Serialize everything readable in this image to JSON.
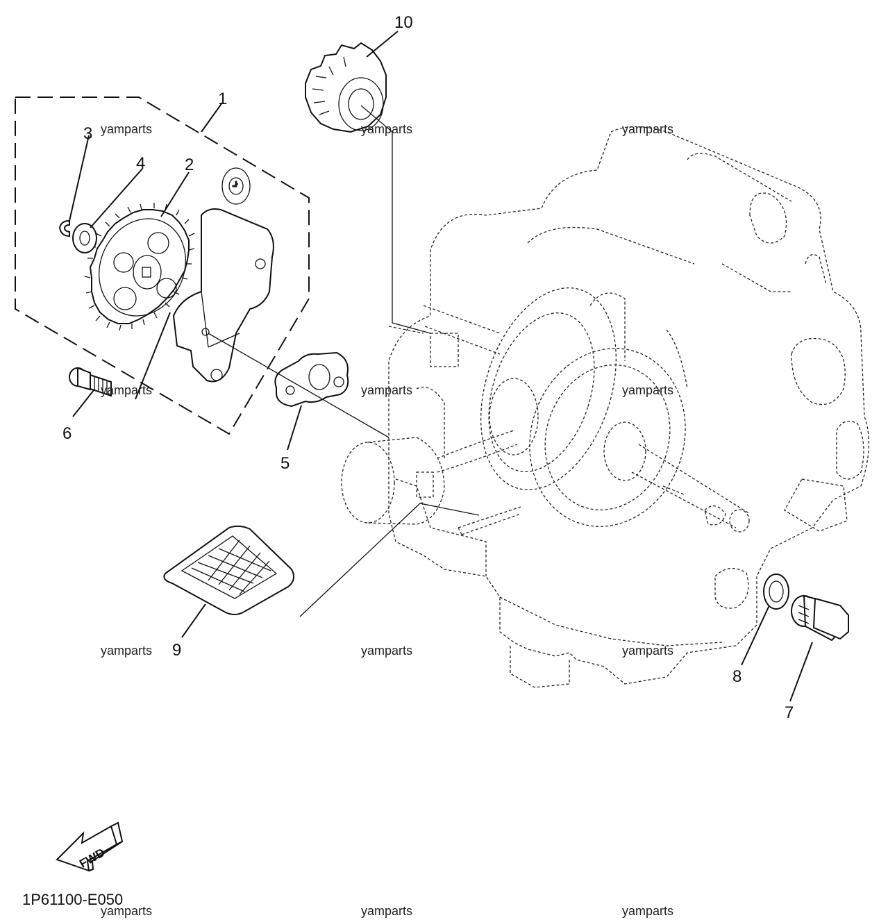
{
  "callouts": [
    {
      "id": "1",
      "text": "1"
    },
    {
      "id": "2",
      "text": "2"
    },
    {
      "id": "3",
      "text": "3"
    },
    {
      "id": "4",
      "text": "4"
    },
    {
      "id": "5",
      "text": "5"
    },
    {
      "id": "6",
      "text": "6"
    },
    {
      "id": "7",
      "text": "7"
    },
    {
      "id": "8",
      "text": "8"
    },
    {
      "id": "9",
      "text": "9"
    },
    {
      "id": "10",
      "text": "10"
    }
  ],
  "watermark": "yamparts",
  "diagram_code": "1P61100-E050",
  "fwd_label": "FWD"
}
